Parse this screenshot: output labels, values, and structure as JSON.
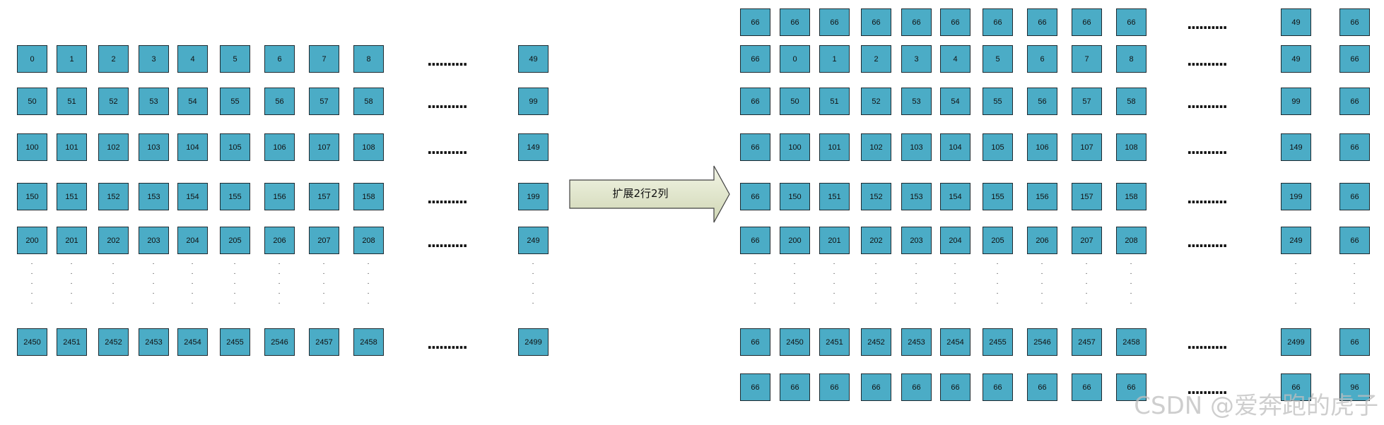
{
  "colors": {
    "cell_fill": "#4bacc6",
    "cell_border": "#1f2a30",
    "arrow_fill_start": "#f3f5e6",
    "arrow_fill_end": "#cfd6b4",
    "arrow_border": "#404040"
  },
  "arrow": {
    "label": "扩展2行2列"
  },
  "watermark": "CSDN @爱奔跑的虎子",
  "ellipsis": "..........",
  "vertical_ellipsis": ".",
  "left_grid": {
    "rows": [
      [
        "0",
        "1",
        "2",
        "3",
        "4",
        "5",
        "6",
        "7",
        "8",
        "49"
      ],
      [
        "50",
        "51",
        "52",
        "53",
        "54",
        "55",
        "56",
        "57",
        "58",
        "99"
      ],
      [
        "100",
        "101",
        "102",
        "103",
        "104",
        "105",
        "106",
        "107",
        "108",
        "149"
      ],
      [
        "150",
        "151",
        "152",
        "153",
        "154",
        "155",
        "156",
        "157",
        "158",
        "199"
      ],
      [
        "200",
        "201",
        "202",
        "203",
        "204",
        "205",
        "206",
        "207",
        "208",
        "249"
      ],
      [
        "2450",
        "2451",
        "2452",
        "2453",
        "2454",
        "2455",
        "2546",
        "2457",
        "2458",
        "2499"
      ]
    ]
  },
  "right_grid": {
    "rows": [
      [
        "66",
        "66",
        "66",
        "66",
        "66",
        "66",
        "66",
        "66",
        "66",
        "66",
        "49",
        "66"
      ],
      [
        "66",
        "0",
        "1",
        "2",
        "3",
        "4",
        "5",
        "6",
        "7",
        "8",
        "49",
        "66"
      ],
      [
        "66",
        "50",
        "51",
        "52",
        "53",
        "54",
        "55",
        "56",
        "57",
        "58",
        "99",
        "66"
      ],
      [
        "66",
        "100",
        "101",
        "102",
        "103",
        "104",
        "105",
        "106",
        "107",
        "108",
        "149",
        "66"
      ],
      [
        "66",
        "150",
        "151",
        "152",
        "153",
        "154",
        "155",
        "156",
        "157",
        "158",
        "199",
        "66"
      ],
      [
        "66",
        "200",
        "201",
        "202",
        "203",
        "204",
        "205",
        "206",
        "207",
        "208",
        "249",
        "66"
      ],
      [
        "66",
        "2450",
        "2451",
        "2452",
        "2453",
        "2454",
        "2455",
        "2546",
        "2457",
        "2458",
        "2499",
        "66"
      ],
      [
        "66",
        "66",
        "66",
        "66",
        "66",
        "66",
        "66",
        "66",
        "66",
        "66",
        "66",
        "96"
      ]
    ]
  }
}
